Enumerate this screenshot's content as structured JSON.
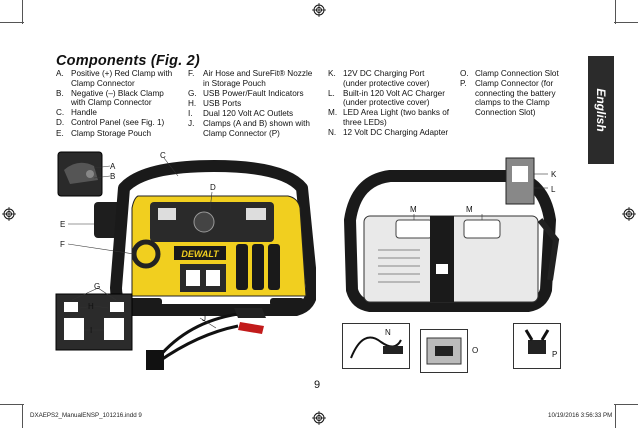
{
  "page": {
    "title": "Components (Fig. 2)",
    "side_tab": "English",
    "page_number": "9",
    "footer_left": "DXAEPS2_ManualENSP_101216.indd   9",
    "footer_right": "10/19/2016   3:56:33 PM"
  },
  "components": {
    "col1": [
      {
        "key": "A.",
        "text": "Positive (+) Red Clamp with Clamp Connector"
      },
      {
        "key": "B.",
        "text": "Negative (–) Black Clamp with Clamp Connector"
      },
      {
        "key": "C.",
        "text": "Handle"
      },
      {
        "key": "D.",
        "text": "Control Panel (see Fig. 1)"
      },
      {
        "key": "E.",
        "text": "Clamp Storage Pouch"
      }
    ],
    "col2": [
      {
        "key": "F.",
        "text": "Air Hose and SureFit® Nozzle in Storage Pouch"
      },
      {
        "key": "G.",
        "text": "USB Power/Fault Indicators"
      },
      {
        "key": "H.",
        "text": "USB Ports"
      },
      {
        "key": "I.",
        "text": "Dual 120 Volt AC Outlets"
      },
      {
        "key": "J.",
        "text": "Clamps (A and B) shown with Clamp Connector (P)"
      }
    ],
    "col3": [
      {
        "key": "K.",
        "text": "12V DC Charging Port (under protective cover)"
      },
      {
        "key": "L.",
        "text": "Built-in 120 Volt AC Charger (under protective cover)"
      },
      {
        "key": "M.",
        "text": "LED Area Light (two banks of three LEDs)"
      },
      {
        "key": "N.",
        "text": "12 Volt DC Charging Adapter"
      }
    ],
    "col4": [
      {
        "key": "O.",
        "text": "Clamp Connection Slot"
      },
      {
        "key": "P.",
        "text": "Clamp Connector (for connecting the battery clamps to the Clamp Connection Slot)"
      }
    ]
  },
  "callouts": {
    "A": "A",
    "B": "B",
    "C": "C",
    "D": "D",
    "E": "E",
    "F": "F",
    "G": "G",
    "H": "H",
    "I": "I",
    "J": "J",
    "K": "K",
    "L": "L",
    "M1": "M",
    "M2": "M",
    "N": "N",
    "O": "O",
    "P": "P"
  },
  "device": {
    "brand": "DEWALT"
  }
}
